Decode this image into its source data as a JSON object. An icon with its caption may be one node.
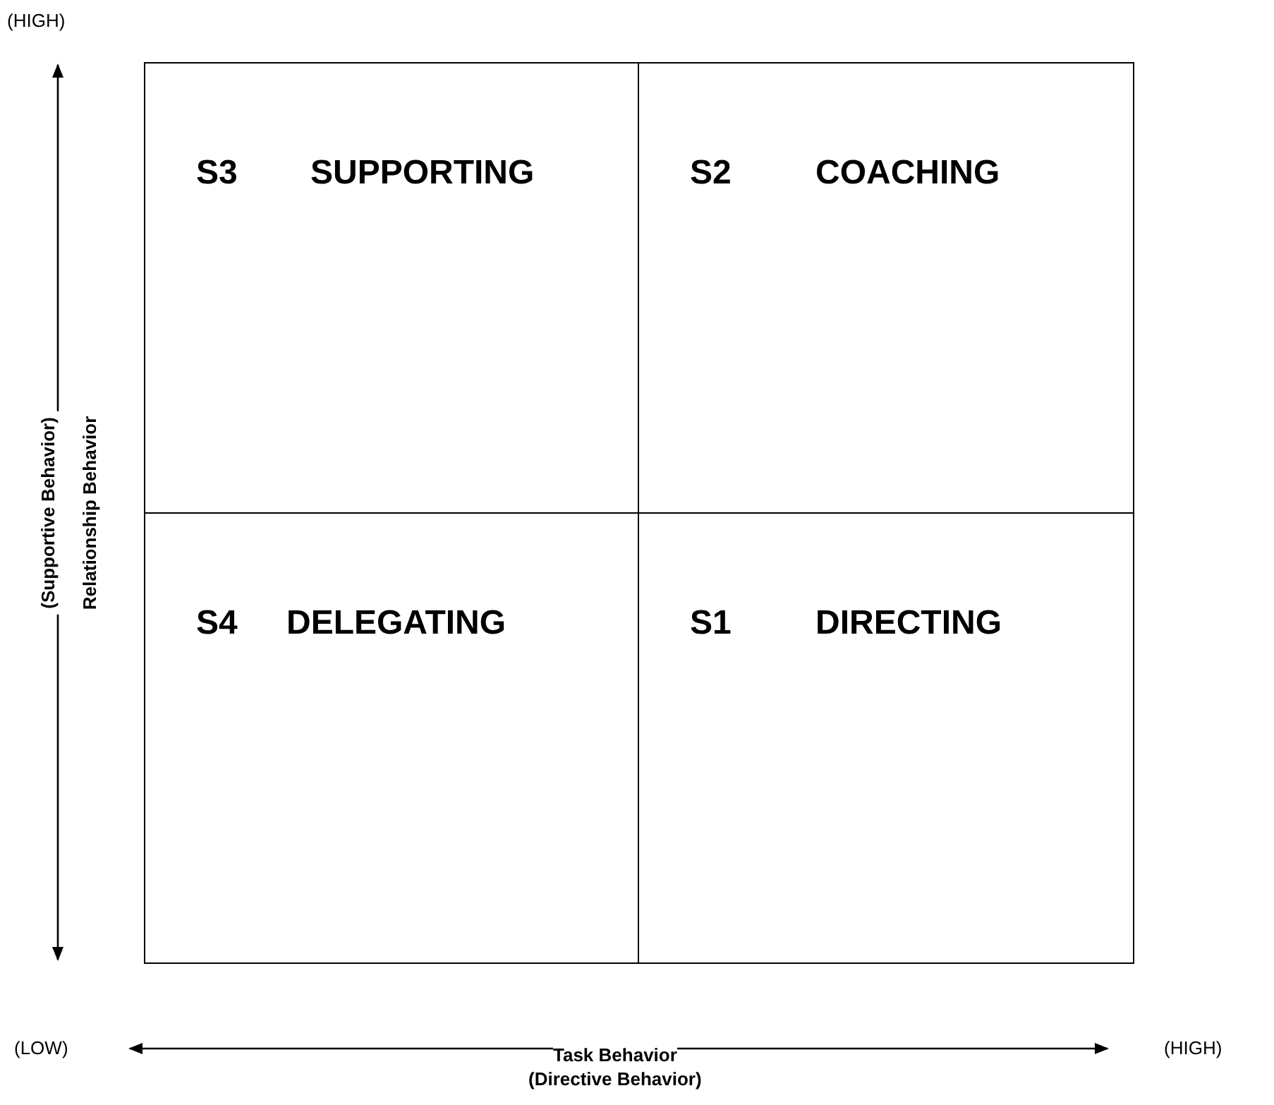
{
  "diagram": {
    "nodes": [
      {
        "text": [
          "S3",
          "SUPPORTING"
        ]
      },
      {
        "text": [
          "S2",
          "COACHING"
        ]
      },
      {
        "text": [
          "S4",
          "DELEGATING"
        ]
      },
      {
        "text": [
          "S1",
          "DIRECTING"
        ]
      }
    ],
    "labels": [
      "(HIGH)",
      "Relationship Behavior",
      "(Supportive Behavior)",
      "(LOW)",
      "Task Behavior",
      "(Directive Behavior)",
      "(HIGH)"
    ]
  }
}
